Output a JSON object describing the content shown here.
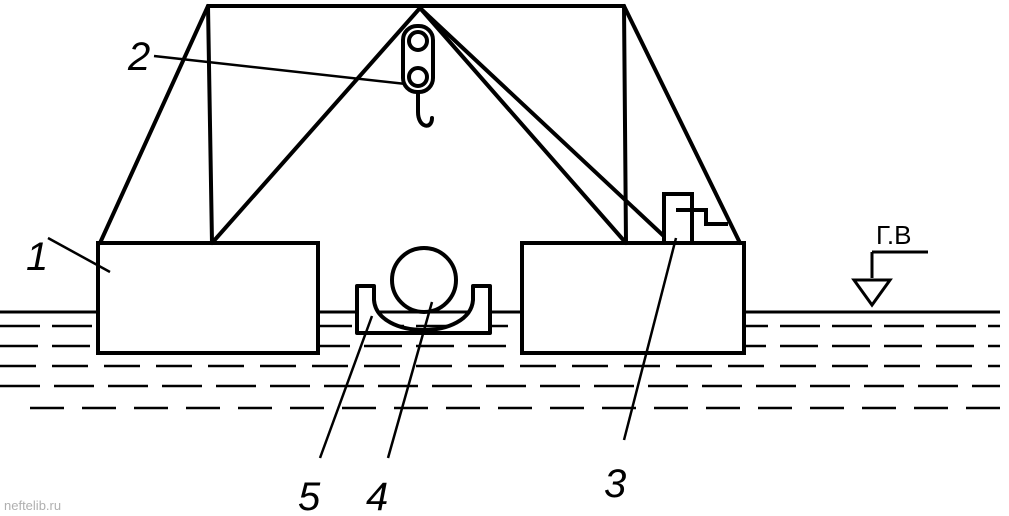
{
  "labels": {
    "pontoon_left": "1",
    "pulley_block": "2",
    "winch": "3",
    "pipe": "4",
    "cradle": "5"
  },
  "water_level_label": "Г.В",
  "watermark": "neftelib.ru"
}
